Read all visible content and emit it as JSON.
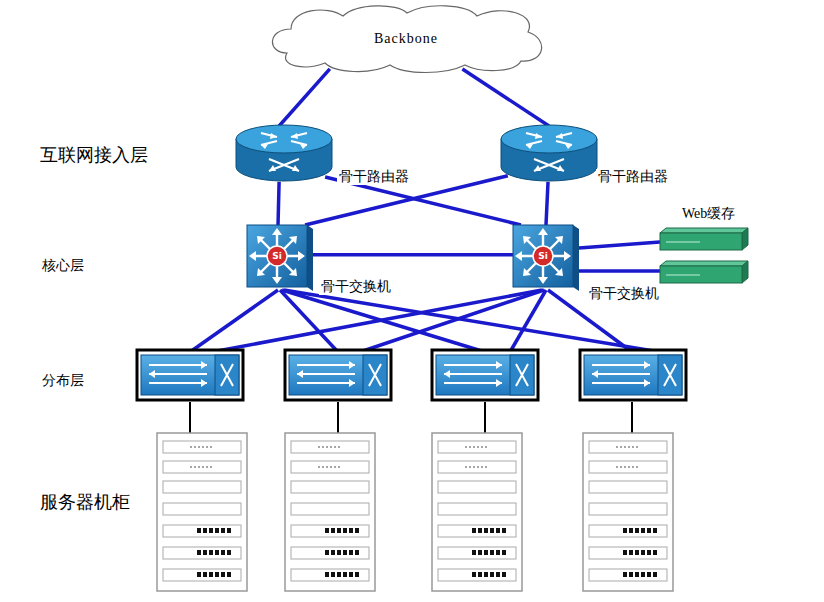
{
  "diagram": {
    "nodes": [
      {
        "text": [
          "Backbone"
        ]
      },
      {
        "text": [
          "骨干路由器"
        ]
      },
      {
        "text": [
          "骨干路由器"
        ]
      },
      {
        "text": [
          "骨干交换机"
        ]
      },
      {
        "text": [
          "骨干交换机"
        ]
      },
      {
        "text": [
          "Web缓存"
        ]
      }
    ],
    "edges": [
      {
        "from": 0,
        "to": 1,
        "arrow": "none"
      },
      {
        "from": 0,
        "to": 2,
        "arrow": "none"
      },
      {
        "from": 1,
        "to": 3,
        "arrow": "none"
      },
      {
        "from": 1,
        "to": 4,
        "arrow": "none"
      },
      {
        "from": 2,
        "to": 3,
        "arrow": "none"
      },
      {
        "from": 2,
        "to": 4,
        "arrow": "none"
      },
      {
        "from": 3,
        "to": 4,
        "arrow": "none"
      },
      {
        "from": 4,
        "to": 5,
        "arrow": "none"
      }
    ],
    "labels": [
      "互联网接入层",
      "核心层",
      "分布层",
      "服务器机柜",
      "Si",
      "Si"
    ]
  }
}
